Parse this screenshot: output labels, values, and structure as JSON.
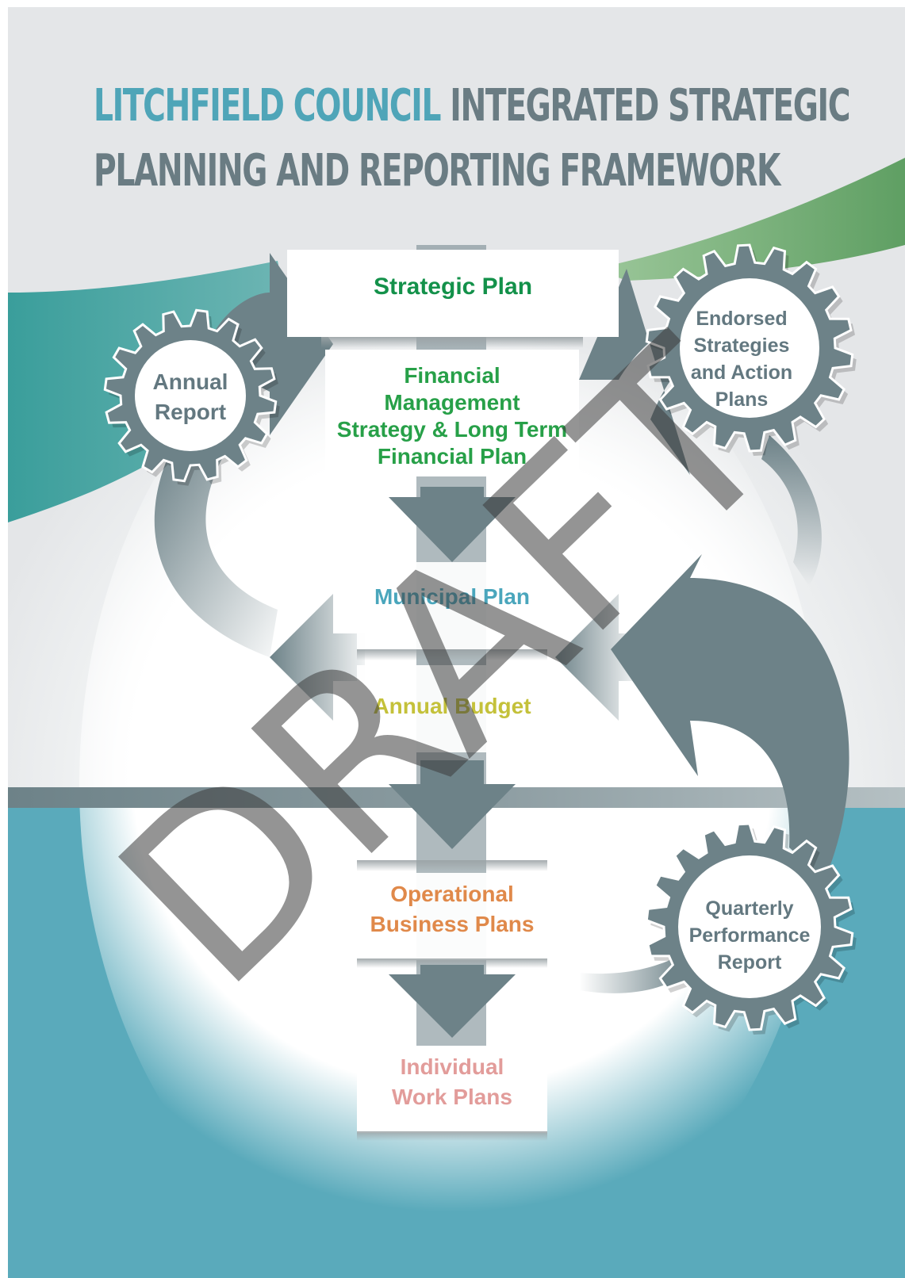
{
  "title": {
    "accent": "LITCHFIELD COUNCIL",
    "rest_line1": " INTEGRATED STRATEGIC",
    "line2": "PLANNING AND REPORTING FRAMEWORK"
  },
  "stages": {
    "strategic_plan": "Strategic Plan",
    "financial_plan": [
      "Financial",
      "Management",
      "Strategy & Long Term",
      "Financial Plan"
    ],
    "municipal_plan": "Municipal Plan",
    "annual_budget": "Annual Budget",
    "operational_plans": [
      "Operational",
      "Business Plans"
    ],
    "work_plans": [
      "Individual",
      "Work Plans"
    ]
  },
  "gears": {
    "annual_report": [
      "Annual",
      "Report"
    ],
    "endorsed_strategies": [
      "Endorsed",
      "Strategies",
      "and Action",
      "Plans"
    ],
    "quarterly_report": [
      "Quarterly",
      "Performance",
      "Report"
    ]
  },
  "watermark": "DRAFT",
  "colors": {
    "title_accent": "#4fa5b8",
    "title_main": "#6a7c83",
    "strategic_plan": "#13914a",
    "financial_plan": "#27a048",
    "municipal_plan": "#4aa6bc",
    "annual_budget": "#c4c13a",
    "operational_plans": "#e0894a",
    "work_plans": "#e29c9a",
    "arrow": "#6d8288",
    "gear_label": "#637880",
    "teal_band": "#5aaabb",
    "green_band": "#6aa66a"
  }
}
